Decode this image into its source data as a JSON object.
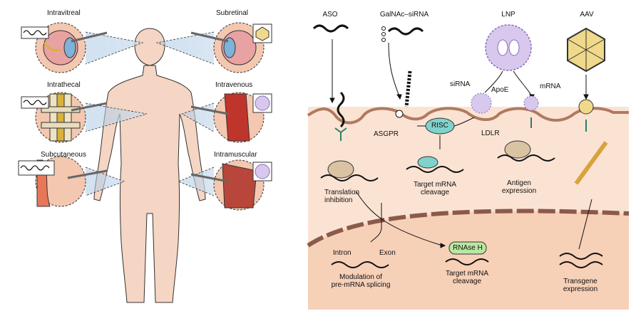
{
  "left_panel": {
    "routes": [
      {
        "id": "intravitreal",
        "label": "Intravitreal"
      },
      {
        "id": "subretinal",
        "label": "Subretinal"
      },
      {
        "id": "intrathecal",
        "label": "Intrathecal"
      },
      {
        "id": "intravenous",
        "label": "Intravenous"
      },
      {
        "id": "subcutaneous",
        "label": "Subcutaneous"
      },
      {
        "id": "intramuscular",
        "label": "Intramuscular"
      }
    ]
  },
  "right_panel": {
    "modalities": {
      "aso": "ASO",
      "galnac": "GalNAc–siRNA",
      "lnp": "LNP",
      "aav": "AAV"
    },
    "labels": {
      "sirna": "siRNA",
      "apoe": "ApoE",
      "mrna": "mRNA",
      "asgpr": "ASGPR",
      "risc": "RISC",
      "ldlr": "LDLR",
      "translation_inhibition": "Translation\ninhibition",
      "target_mrna_cleavage": "Target mRNA\ncleavage",
      "antigen_expression": "Antigen\nexpression",
      "intron": "Intron",
      "exon": "Exon",
      "splicing": "Modulation of\npre-mRNA splicing",
      "rnase_h": "RNAse H",
      "target_mrna_cleavage_2": "Target mRNA\ncleavage",
      "transgene_expression": "Transgene\nexpression"
    }
  },
  "colors": {
    "cytoplasm": "#fbe3d3",
    "nucleus": "#f7d0b8",
    "membrane": "#b07a60",
    "nuclear_membrane": "#8b5a4a",
    "ribosome": "#d9c3a3",
    "risc": "#7fd3cc",
    "rnaseh": "#b8e8a0",
    "lnp": "#d8c8ee",
    "skin": "#f5d5c3"
  }
}
